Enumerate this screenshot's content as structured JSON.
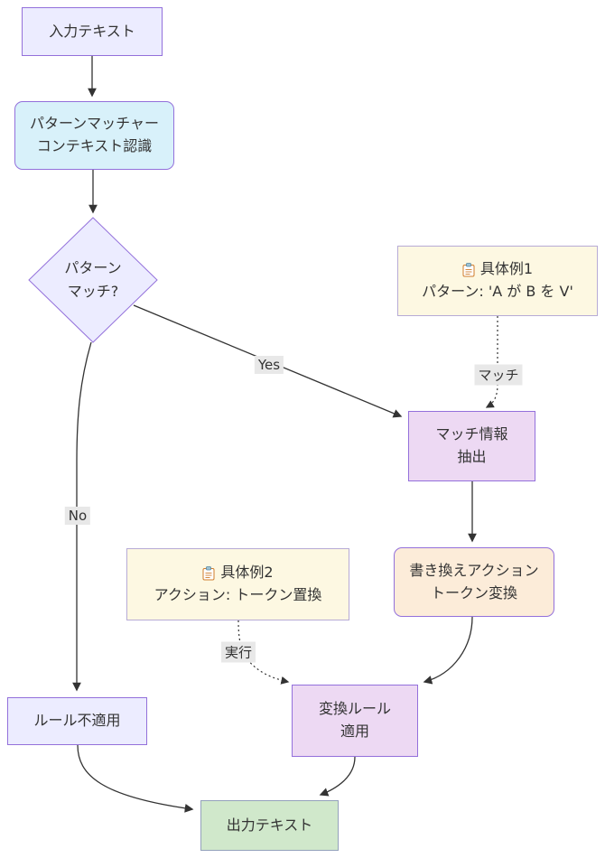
{
  "diagram": {
    "title": "pattern-matching-flowchart",
    "nodes": {
      "input": {
        "label": "入力テキスト"
      },
      "matcher": {
        "line1": "パターンマッチャー",
        "line2": "コンテキスト認識"
      },
      "decision": {
        "line1": "パターン",
        "line2": "マッチ?"
      },
      "example1": {
        "title": "具体例1",
        "body": "パターン: 'A が B を V'",
        "icon": "clipboard-icon"
      },
      "match_info": {
        "line1": "マッチ情報",
        "line2": "抽出"
      },
      "rewrite": {
        "line1": "書き換えアクション",
        "line2": "トークン変換"
      },
      "example2": {
        "title": "具体例2",
        "body": "アクション: トークン置換",
        "icon": "clipboard-icon"
      },
      "apply": {
        "line1": "変換ルール",
        "line2": "適用"
      },
      "no_rule": {
        "label": "ルール不適用"
      },
      "output": {
        "label": "出力テキスト"
      }
    },
    "edge_labels": {
      "yes": "Yes",
      "no": "No",
      "match": "マッチ",
      "execute": "実行"
    },
    "colors": {
      "node_default_fill": "#ECECFF",
      "node_default_border": "#9370DB",
      "cyan_fill": "#d8f1fa",
      "yellow_fill": "#fdf8e2",
      "yellow_border": "#b7abd6",
      "purple_fill": "#edd9f3",
      "peach_fill": "#fcecd9",
      "green_fill": "#d0e8cb",
      "green_border": "#93a1bb",
      "edge_color": "#333333",
      "edge_label_bg": "#e8e8e8"
    }
  }
}
